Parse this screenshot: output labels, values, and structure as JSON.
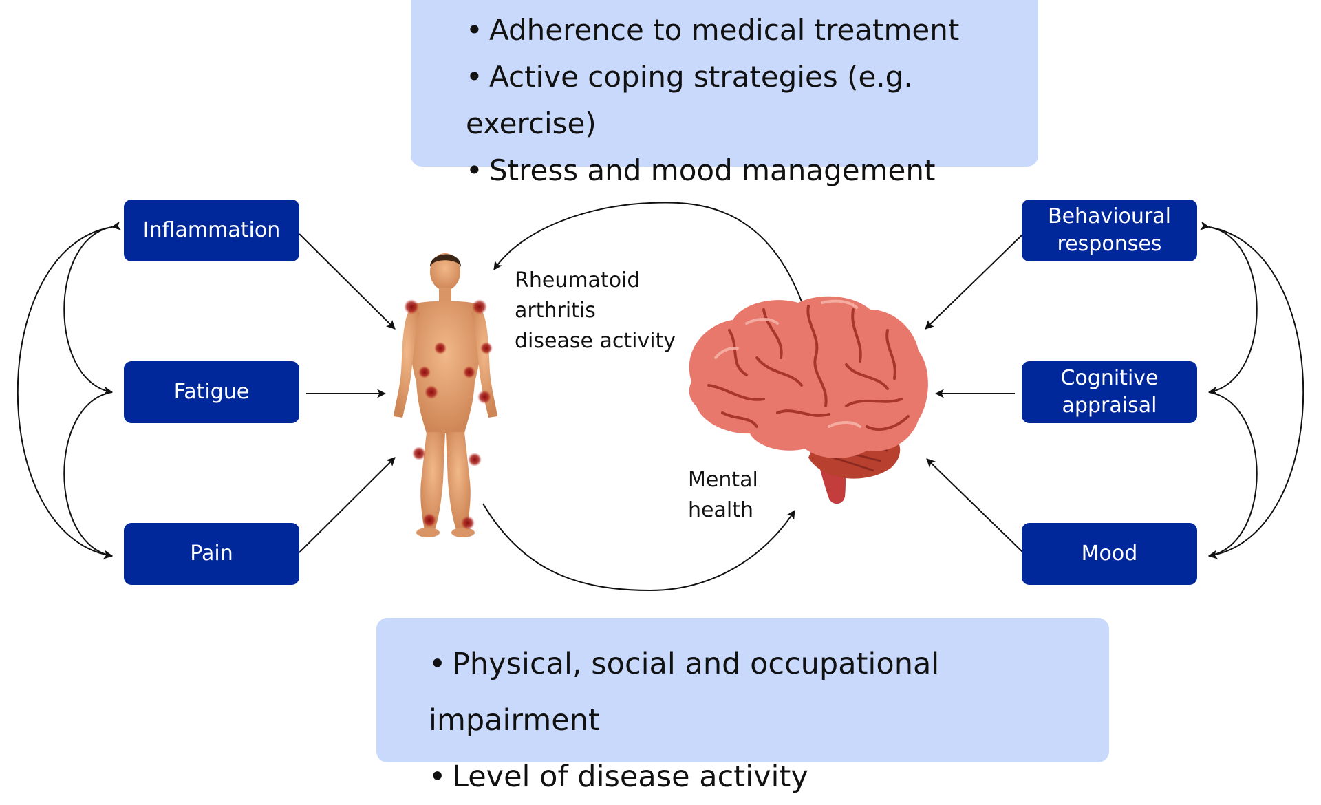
{
  "top_panel": {
    "items": [
      "Adherence to medical treatment",
      "Active coping strategies (e.g. exercise)",
      "Stress and mood management"
    ]
  },
  "bottom_panel": {
    "items": [
      "Physical, social and occupational impairment",
      "Level of disease activity"
    ]
  },
  "left_boxes": {
    "inflammation": "Inflammation",
    "fatigue": "Fatigue",
    "pain": "Pain"
  },
  "right_boxes": {
    "behavioural": "Behavioural\nresponses",
    "cognitive": "Cognitive\nappraisal",
    "mood": "Mood"
  },
  "labels": {
    "ra_activity": "Rheumatoid\narthritis\ndisease activity",
    "mental_health": "Mental\nhealth"
  },
  "icons": {
    "body": "human-body-icon",
    "brain": "brain-icon"
  },
  "colors": {
    "box_fill": "#01289b",
    "panel_fill": "#c9d9fb",
    "joint_marker": "#9b1b1b",
    "brain_fill": "#e8776c"
  }
}
